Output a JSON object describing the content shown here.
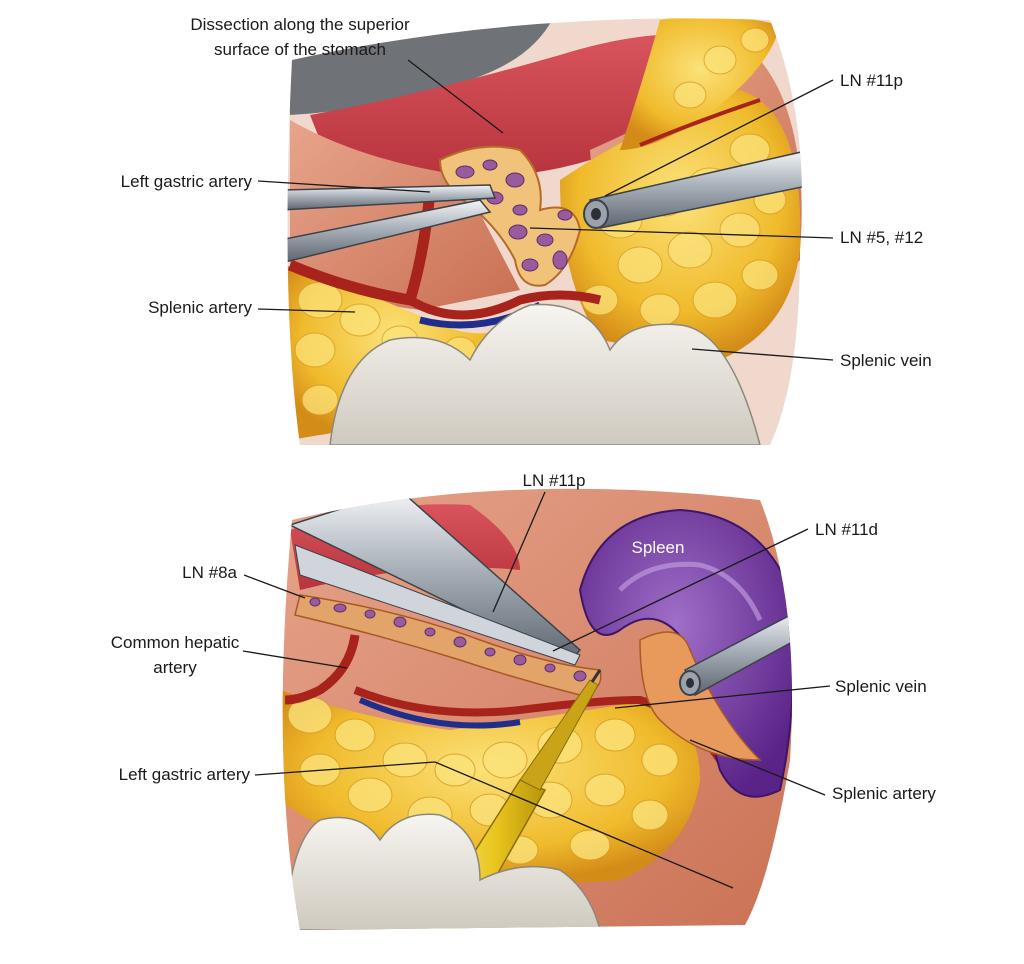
{
  "top_panel": {
    "labels": {
      "dissection_line1": "Dissection along the superior",
      "dissection_line2": "surface of the stomach",
      "left_gastric_artery": "Left gastric artery",
      "splenic_artery": "Splenic artery",
      "ln_11p": "LN #11p",
      "ln_5_12": "LN #5, #12",
      "splenic_vein": "Splenic vein"
    }
  },
  "bottom_panel": {
    "labels": {
      "ln_11p": "LN #11p",
      "ln_11d": "LN #11d",
      "spleen": "Spleen",
      "ln_8a": "LN #8a",
      "common_hepatic_line1": "Common hepatic",
      "common_hepatic_line2": "artery",
      "splenic_vein": "Splenic vein",
      "left_gastric_artery": "Left gastric artery",
      "splenic_artery": "Splenic artery"
    }
  },
  "colors": {
    "background": "#ffffff",
    "mucosa": "#c9454f",
    "muscle": "#d98a6e",
    "fat": "#f2c23a",
    "artery": "#a8231c",
    "vein": "#1f2e8a",
    "spleen": "#7b3fa8",
    "pancreas_white": "#e9e6df",
    "instrument": "#9aa3ad",
    "electrocautery": "#e8c41c"
  }
}
